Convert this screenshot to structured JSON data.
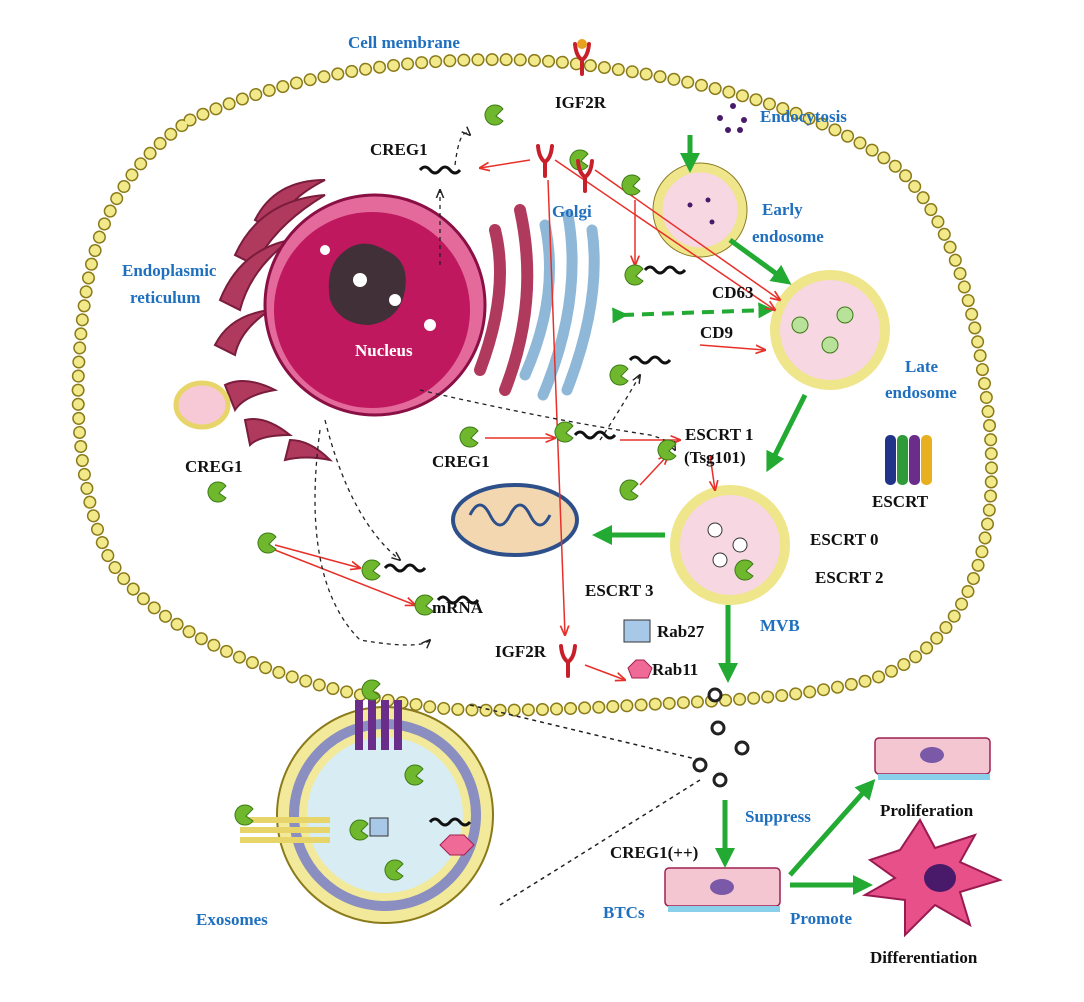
{
  "labels": {
    "cell_membrane": "Cell membrane",
    "igf2r_top": "IGF2R",
    "endocytosis": "Endocytosis",
    "creg1_top": "CREG1",
    "golgi": "Golgi",
    "early_endosome_1": "Early",
    "early_endosome_2": "endosome",
    "er_1": "Endoplasmic",
    "er_2": "reticulum",
    "nucleus": "Nucleus",
    "cd63": "CD63",
    "cd9": "CD9",
    "late_endosome_1": "Late",
    "late_endosome_2": "endosome",
    "creg1_left": "CREG1",
    "creg1_mid": "CREG1",
    "escrt1_1": "ESCRT 1",
    "escrt1_2": "(Tsg101)",
    "escrt": "ESCRT",
    "escrt0": "ESCRT 0",
    "escrt2": "ESCRT 2",
    "escrt3": "ESCRT 3",
    "mvb": "MVB",
    "mrna": "mRNA",
    "rab27": "Rab27",
    "igf2r_bottom": "IGF2R",
    "rab11": "Rab11",
    "suppress": "Suppress",
    "proliferation": "Proliferation",
    "creg1_pp": "CREG1(++)",
    "btcs": "BTCs",
    "promote": "Promote",
    "differentiation": "Differentiation",
    "exosomes": "Exosomes"
  },
  "colors": {
    "label_blue": "#1f6fbf",
    "membrane_bead": "#f2e98a",
    "arrow_green": "#22aa33",
    "arrow_red": "#e8302a",
    "nucleus": "#c0185f",
    "creg1": "#6fb82e",
    "igf2r": "#c8202a"
  },
  "icons": [
    "creg1-protein-icon",
    "igf2r-receptor-icon",
    "mrna-strand-icon",
    "cell-icon"
  ]
}
